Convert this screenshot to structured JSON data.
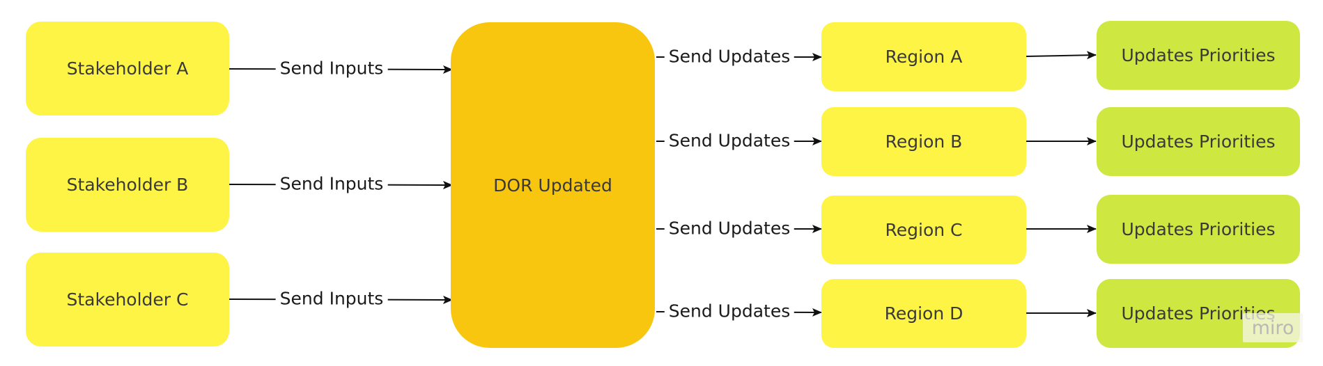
{
  "stakeholders": [
    {
      "id": "a",
      "label": "Stakeholder A",
      "edge": "Send Inputs"
    },
    {
      "id": "b",
      "label": "Stakeholder B",
      "edge": "Send Inputs"
    },
    {
      "id": "c",
      "label": "Stakeholder C",
      "edge": "Send Inputs"
    }
  ],
  "hub": {
    "label": "DOR Updated"
  },
  "regions": [
    {
      "id": "a",
      "label": "Region A",
      "edge": "Send Updates",
      "outcome": "Updates Priorities"
    },
    {
      "id": "b",
      "label": "Region B",
      "edge": "Send Updates",
      "outcome": "Updates Priorities"
    },
    {
      "id": "c",
      "label": "Region C",
      "edge": "Send Updates",
      "outcome": "Updates Priorities"
    },
    {
      "id": "d",
      "label": "Region D",
      "edge": "Send Updates",
      "outcome": "Updates Priorities"
    }
  ],
  "watermark": "miro",
  "colors": {
    "stakeholder": "#fef445",
    "hub": "#f9c60f",
    "region": "#fef445",
    "outcome": "#cee741"
  }
}
